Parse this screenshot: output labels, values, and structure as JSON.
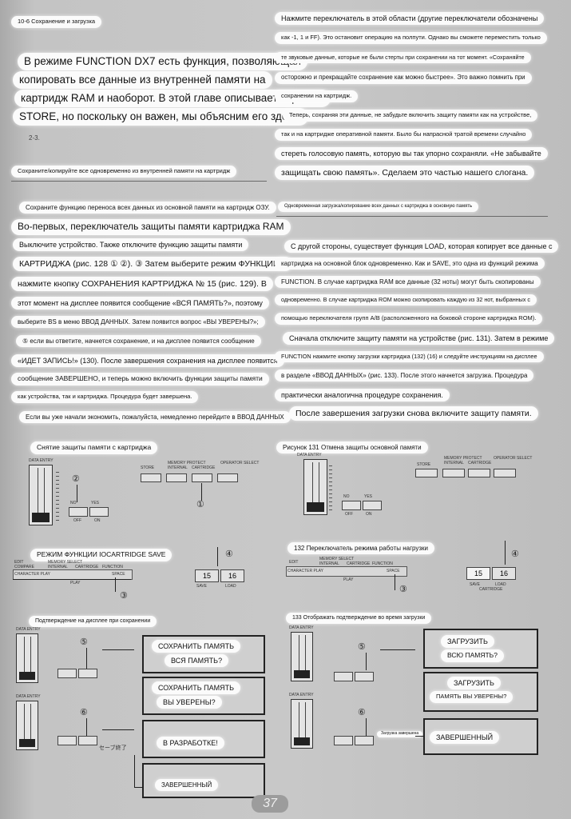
{
  "section_title": "10-6 Сохранение и загрузка",
  "intro": [
    "В режиме FUNCTION DX7 есть функция, позволяющая",
    "копировать все данные из внутренней памяти на",
    "картридж RAM и наоборот. В этой главе описывается режим",
    "STORE, но поскольку он важен, мы объясним его здесь."
  ],
  "handwritten_mark": "2-3.",
  "left_heading": "Сохраните/копируйте все одновременно из внутренней памяти на картридж",
  "left_body": [
    "Сохраните функцию переноса всех данных из основной памяти на картридж ОЗУ.",
    "Во-первых, переключатель защиты памяти картриджа RAM",
    "Выключите устройство. Также отключите функцию защиты памяти",
    "КАРТРИДЖА (рис. 128 ① ②). ③ Затем выберите режим ФУНКЦИИ и",
    "нажмите кнопку СОХРАНЕНИЯ КАРТРИДЖА № 15 (рис. 129). В",
    "этот момент на дисплее появится сообщение «ВСЯ ПАМЯТЬ?», поэтому",
    "выберите BS в меню ВВОД ДАННЫХ. Затем появится вопрос «ВЫ УВЕРЕНЫ?»;",
    "⑤ если вы ответите, начнется сохранение, и на дисплее появится сообщение",
    "«ИДЕТ ЗАПИСЬ!» (130). После завершения сохранения на дисплее появится",
    "сообщение ЗАВЕРШЕНО, и теперь можно включить функции защиты памяти",
    "как устройства, так и картриджа. Процедура будет завершена.",
    "Если вы уже начали экономить, пожалуйста, немедленно перейдите в ВВОД ДАННЫХ"
  ],
  "right_top": [
    "Нажмите переключатель в этой области (другие переключатели обозначены",
    "как -1, 1 и FF). Это остановит операцию на полпути. Однако вы сможете переместить только",
    "те звуковые данные, которые не были стерты при сохранении на тот момент. «Сохраняйте",
    "осторожно и прекращайте сохранение как можно быстрее». Это важно помнить при",
    "сохранении на картридж.",
    "Теперь, сохраняя эти данные, не забудьте включить защиту памяти как на устройстве,",
    "так и на картридже оперативной памяти. Было бы напрасной тратой времени случайно",
    "стереть голосовую память, которую вы так упорно сохраняли. «Не забывайте",
    "защищать свою память». Сделаем это частью нашего слогана."
  ],
  "right_heading": "Одновременная загрузка/копирование всех данных с картриджа в основную память",
  "right_body": [
    "С другой стороны, существует функция LOAD, которая копирует все данные с",
    "картриджа на основной блок одновременно. Как и SAVE, это одна из функций режима",
    "FUNCTION. В случае картриджа RAM все данные (32 ноты) могут быть скопированы",
    "одновременно. В случае картриджа ROM можно скопировать каждую из 32 нот, выбранных с",
    "помощью переключателя групп A/B (расположенного на боковой стороне картриджа ROM).",
    "Сначала отключите защиту памяти на устройстве (рис. 131). Затем в режиме",
    "FUNCTION нажмите кнопку загрузки картриджа (132) (16) и следуйте инструкциям на дисплее",
    "в разделе «ВВОД ДАННЫХ» (рис. 133). После этого начнется загрузка. Процедура",
    "практически аналогична процедуре сохранения.",
    "После завершения загрузки снова включите защиту памяти."
  ],
  "figures": {
    "fig128": "Снятие защиты памяти с картриджа",
    "fig131": "Рисунок 131 Отмена защиты основной памяти",
    "fig129": "РЕЖИМ ФУНКЦИИ IOCARTRIDGE SAVE",
    "fig132": "132 Переключатель режима работы нагрузки",
    "fig130": "Подтверждение на дисплее при сохранении",
    "fig133": "133 Отображать подтверждение во время загрузки"
  },
  "panel_labels": {
    "data_entry": "DATA ENTRY",
    "memory_protect": "MEMORY PROTECT",
    "internal": "INTERNAL",
    "cartridge": "CARTRIDGE",
    "operator_select": "OPERATOR SELECT",
    "store": "STORE",
    "no": "NO",
    "yes": "YES",
    "off": "OFF",
    "on": "ON",
    "edit": "EDIT",
    "memory_select": "MEMORY SELECT",
    "function": "FUNCTION",
    "compare": "COMPARE",
    "char_play": "CHARACTER PLAY",
    "space": "SPACE",
    "play": "PLAY",
    "save": "SAVE",
    "load": "LOAD",
    "cartridge_cap": "CARTRIDGE"
  },
  "buttons": {
    "b15": "15",
    "b16": "16"
  },
  "markers": {
    "m1": "①",
    "m2": "②",
    "m3": "③",
    "m4": "④",
    "m5": "⑤",
    "m6": "⑥"
  },
  "save_display": {
    "d1_line1": "СОХРАНИТЬ ПАМЯТЬ",
    "d1_line2": "ВСЯ ПАМЯТЬ?",
    "d2_line1": "СОХРАНИТЬ ПАМЯТЬ",
    "d2_line2": "ВЫ УВЕРЕНЫ?",
    "d3": "В РАЗРАБОТКЕ!",
    "d4": "ЗАВЕРШЕННЫЙ",
    "arrow_note": "セーブ終了"
  },
  "load_display": {
    "d1_line1": "ЗАГРУЗИТЬ",
    "d1_line2": "ВСЮ ПАМЯТЬ?",
    "d2_line1": "ЗАГРУЗИТЬ",
    "d2_line2": "ПАМЯТЬ ВЫ УВЕРЕНЫ?",
    "d3": "ЗАВЕРШЕННЫЙ",
    "arrow_note": "Загрузка завершена"
  },
  "page_number": "37"
}
